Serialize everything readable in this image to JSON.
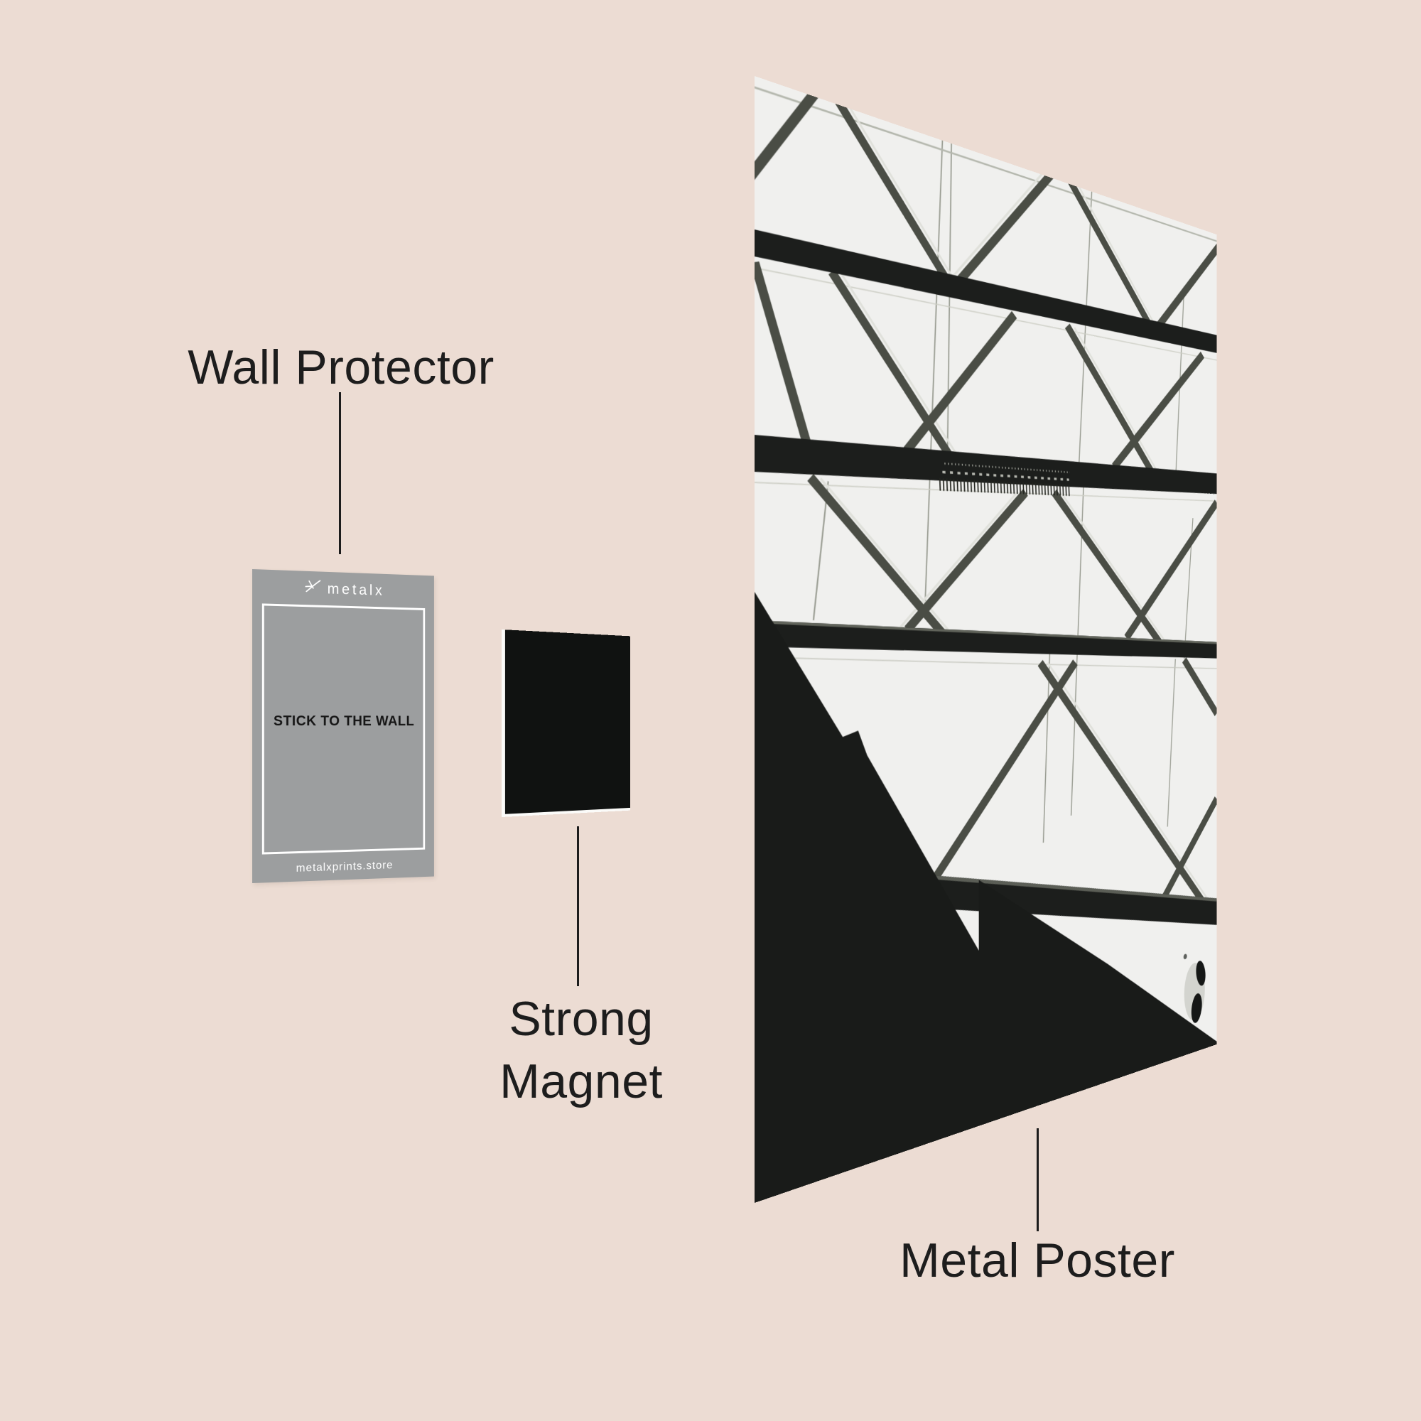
{
  "background_color": "#ecdcd3",
  "text_color": "#1d1d1d",
  "labels": {
    "wall_protector": "Wall Protector",
    "strong_magnet": "Strong Magnet",
    "metal_poster": "Metal Poster"
  },
  "wall_protector_card": {
    "brand": "metalx",
    "brand_icon": "metalx-logo-icon",
    "center_text": "STICK TO THE WALL",
    "footer_text": "metalxprints.store",
    "card_color": "#9c9e9f",
    "frame_color": "#ffffff"
  },
  "magnet": {
    "color": "#101211",
    "edge_color": "#fbfbf9"
  },
  "poster": {
    "image_name": "glass-roof-steel-truss-photo",
    "sky_color": "#f0f0ee",
    "steel_color": "#4a4d45",
    "dark_color": "#1c1e1c"
  }
}
